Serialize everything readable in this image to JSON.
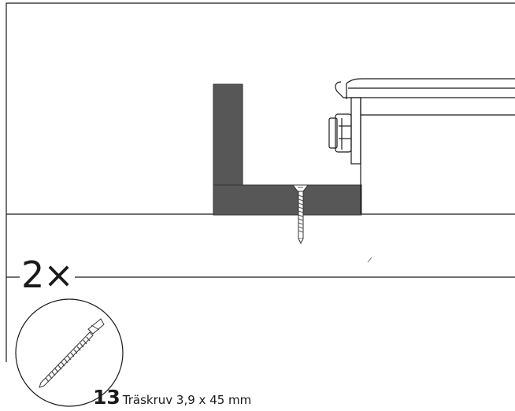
{
  "instruction": {
    "quantity": "2×"
  },
  "part": {
    "number": "13",
    "description": "Träskruv 3,9 x 45 mm"
  },
  "colors": {
    "board": "#575757",
    "lines": "#1a1a1a",
    "screw": "#6b6b6b"
  },
  "icons": {
    "screw": "wood-screw-icon",
    "cabinet": "cabinet-icon"
  }
}
